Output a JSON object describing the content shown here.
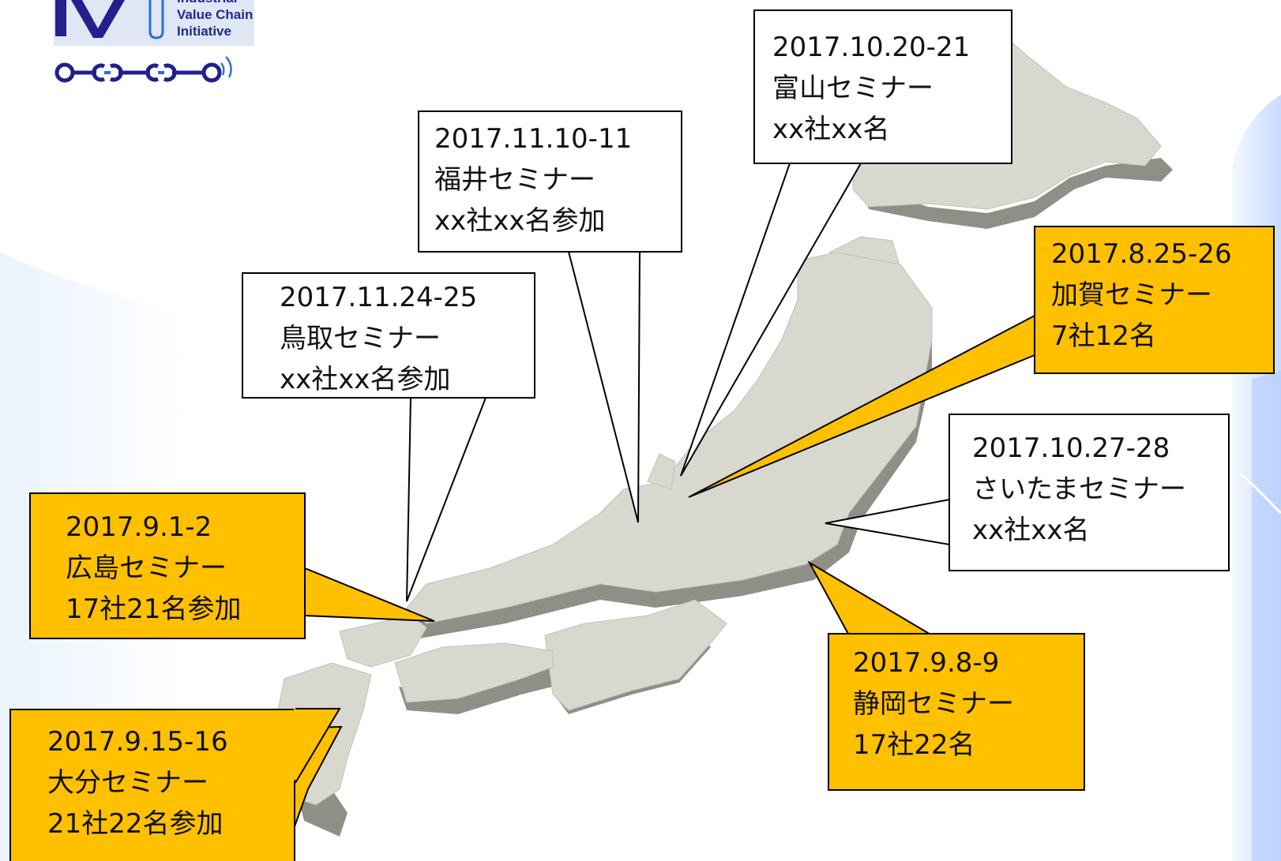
{
  "logo": {
    "lines": [
      "Industrial",
      "Value Chain",
      "Initiative"
    ],
    "letter": "IV",
    "colors": {
      "navy": "#231f8c",
      "blue": "#2b6fd6",
      "panel": "#dfe7f5"
    }
  },
  "colors": {
    "highlight_fill": "#ffc000",
    "plain_fill": "#ffffff",
    "border": "#000000",
    "land": "#d9d8cf",
    "land_side": "#8f8e87",
    "bg_accent": "#dbe8ff"
  },
  "map": {
    "icon": "japan-map-icon"
  },
  "seminars": [
    {
      "id": "toyama",
      "date": "2017.10.20-21",
      "title": "富山セミナー",
      "attendance": "xx社xx名",
      "highlight": false
    },
    {
      "id": "fukui",
      "date": "2017.11.10-11",
      "title": "福井セミナー",
      "attendance": "xx社xx名参加",
      "highlight": false
    },
    {
      "id": "kaga",
      "date": "2017.8.25-26",
      "title": "加賀セミナー",
      "attendance": "7社12名",
      "highlight": true
    },
    {
      "id": "tottori",
      "date": "2017.11.24-25",
      "title": "鳥取セミナー",
      "attendance": "xx社xx名参加",
      "highlight": false
    },
    {
      "id": "saitama",
      "date": "2017.10.27-28",
      "title": "さいたまセミナー",
      "attendance": "xx社xx名",
      "highlight": false
    },
    {
      "id": "hiroshima",
      "date": "2017.9.1-2",
      "title": "広島セミナー",
      "attendance": "17社21名参加",
      "highlight": true
    },
    {
      "id": "shizuoka",
      "date": "2017.9.8-9",
      "title": "静岡セミナー",
      "attendance": "17社22名",
      "highlight": true
    },
    {
      "id": "oita",
      "date": "2017.9.15-16",
      "title": "大分セミナー",
      "attendance": "21社22名参加",
      "highlight": true
    }
  ]
}
